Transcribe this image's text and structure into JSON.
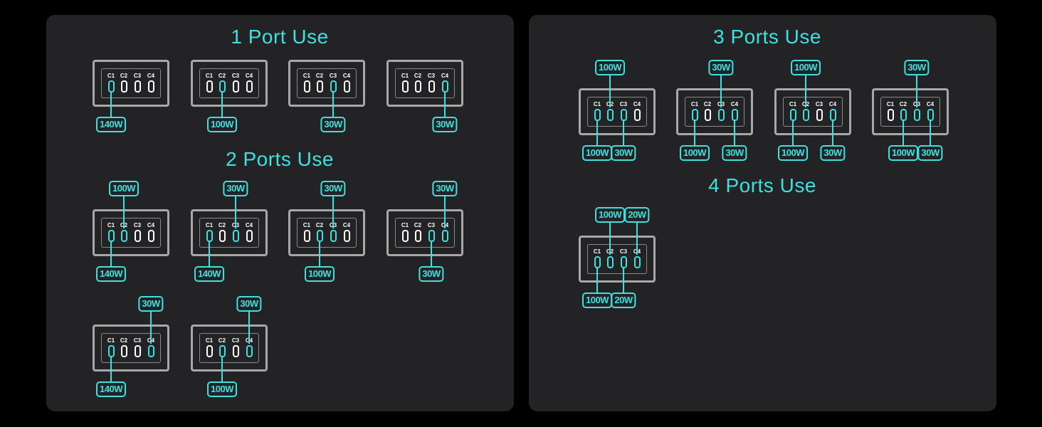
{
  "colors": {
    "accent": "#3fe0e0",
    "panel": "#232325",
    "outline": "#a8a8a8"
  },
  "port_names": [
    "C1",
    "C2",
    "C3",
    "C4"
  ],
  "sections": [
    {
      "title": "1 Port Use",
      "devices": [
        {
          "active": [
            1
          ],
          "labels": [
            {
              "port": 1,
              "pos": "bottom",
              "text": "140W"
            }
          ]
        },
        {
          "active": [
            2
          ],
          "labels": [
            {
              "port": 2,
              "pos": "bottom",
              "text": "100W"
            }
          ]
        },
        {
          "active": [
            3
          ],
          "labels": [
            {
              "port": 3,
              "pos": "bottom",
              "text": "30W"
            }
          ]
        },
        {
          "active": [
            4
          ],
          "labels": [
            {
              "port": 4,
              "pos": "bottom",
              "text": "30W"
            }
          ]
        }
      ]
    },
    {
      "title": "2 Ports Use",
      "devices": [
        {
          "active": [
            1,
            2
          ],
          "labels": [
            {
              "port": 2,
              "pos": "top",
              "text": "100W"
            },
            {
              "port": 1,
              "pos": "bottom",
              "text": "140W"
            }
          ]
        },
        {
          "active": [
            1,
            3
          ],
          "labels": [
            {
              "port": 3,
              "pos": "top",
              "text": "30W"
            },
            {
              "port": 1,
              "pos": "bottom",
              "text": "140W"
            }
          ]
        },
        {
          "active": [
            2,
            3
          ],
          "labels": [
            {
              "port": 3,
              "pos": "top",
              "text": "30W"
            },
            {
              "port": 2,
              "pos": "bottom",
              "text": "100W"
            }
          ]
        },
        {
          "active": [
            3,
            4
          ],
          "labels": [
            {
              "port": 4,
              "pos": "top",
              "text": "30W"
            },
            {
              "port": 3,
              "pos": "bottom",
              "text": "30W"
            }
          ]
        },
        {
          "active": [
            1,
            4
          ],
          "labels": [
            {
              "port": 4,
              "pos": "top",
              "text": "30W"
            },
            {
              "port": 1,
              "pos": "bottom",
              "text": "140W"
            }
          ]
        },
        {
          "active": [
            2,
            4
          ],
          "labels": [
            {
              "port": 4,
              "pos": "top",
              "text": "30W"
            },
            {
              "port": 2,
              "pos": "bottom",
              "text": "100W"
            }
          ]
        }
      ]
    },
    {
      "title": "3 Ports Use",
      "devices": [
        {
          "active": [
            1,
            2,
            3
          ],
          "labels": [
            {
              "port": 2,
              "pos": "top",
              "text": "100W"
            },
            {
              "port": 1,
              "pos": "bottom",
              "text": "100W"
            },
            {
              "port": 3,
              "pos": "bottom",
              "text": "30W"
            }
          ]
        },
        {
          "active": [
            1,
            3,
            4
          ],
          "labels": [
            {
              "port": 3,
              "pos": "top",
              "text": "30W"
            },
            {
              "port": 1,
              "pos": "bottom",
              "text": "100W"
            },
            {
              "port": 4,
              "pos": "bottom",
              "text": "30W"
            }
          ]
        },
        {
          "active": [
            1,
            2,
            4
          ],
          "labels": [
            {
              "port": 2,
              "pos": "top",
              "text": "100W"
            },
            {
              "port": 1,
              "pos": "bottom",
              "text": "100W"
            },
            {
              "port": 4,
              "pos": "bottom",
              "text": "30W"
            }
          ]
        },
        {
          "active": [
            2,
            3,
            4
          ],
          "labels": [
            {
              "port": 3,
              "pos": "top",
              "text": "30W"
            },
            {
              "port": 2,
              "pos": "bottom",
              "text": "100W"
            },
            {
              "port": 4,
              "pos": "bottom",
              "text": "30W"
            }
          ]
        }
      ]
    },
    {
      "title": "4 Ports Use",
      "devices": [
        {
          "active": [
            1,
            2,
            3,
            4
          ],
          "labels": [
            {
              "port": 2,
              "pos": "top",
              "text": "100W"
            },
            {
              "port": 4,
              "pos": "top",
              "text": "20W"
            },
            {
              "port": 1,
              "pos": "bottom",
              "text": "100W"
            },
            {
              "port": 3,
              "pos": "bottom",
              "text": "20W"
            }
          ]
        }
      ]
    }
  ]
}
